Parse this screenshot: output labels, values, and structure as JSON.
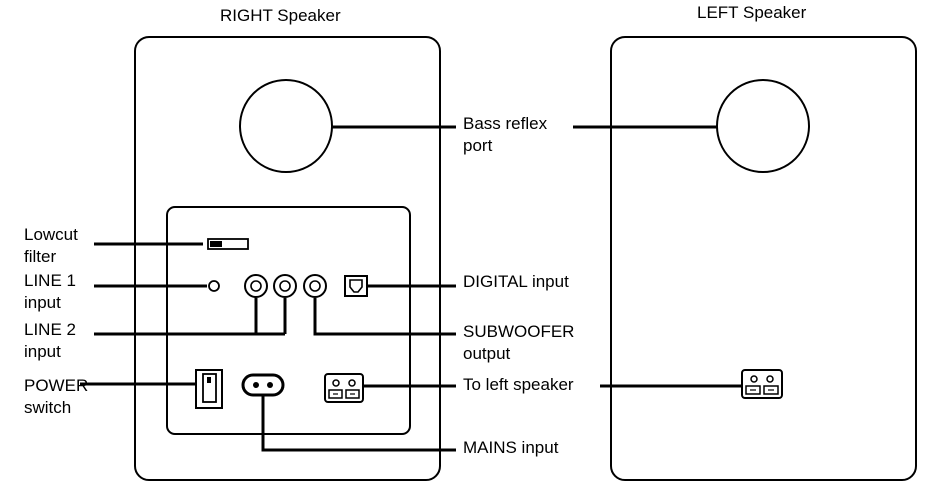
{
  "titles": {
    "right": "RIGHT Speaker",
    "left": "LEFT Speaker"
  },
  "labels": {
    "lowcut_filter": [
      "Lowcut",
      "filter"
    ],
    "line1_input": [
      "LINE 1",
      "input"
    ],
    "line2_input": [
      "LINE 2",
      "input"
    ],
    "power_switch": [
      "POWER",
      "switch"
    ],
    "bass_reflex_port": [
      "Bass reflex",
      "port"
    ],
    "digital_input": "DIGITAL input",
    "subwoofer_output": [
      "SUBWOOFER",
      "output"
    ],
    "to_left_speaker": "To left speaker",
    "mains_input": "MAINS input"
  },
  "colors": {
    "stroke": "#000000",
    "background": "#ffffff"
  }
}
